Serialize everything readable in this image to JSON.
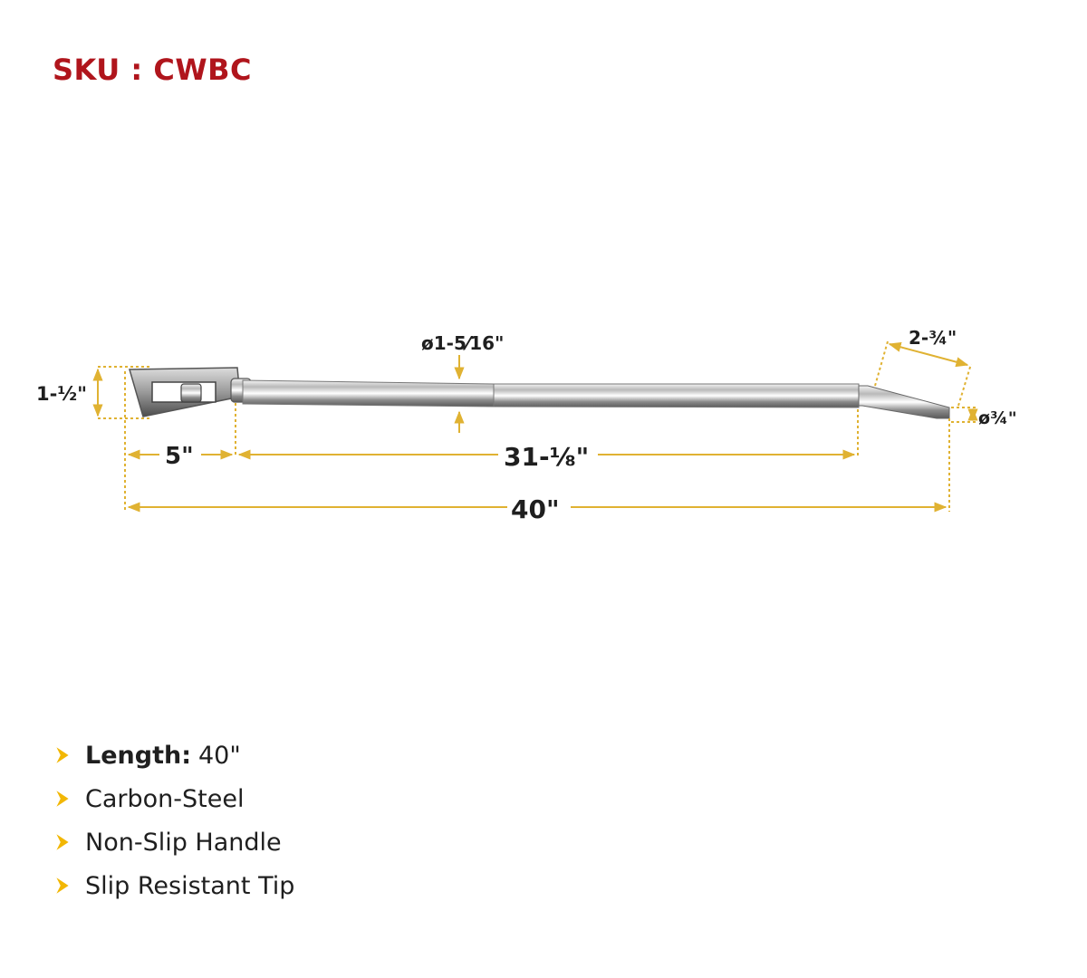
{
  "sku": {
    "label": "SKU : CWBC"
  },
  "dimensions": {
    "head_height": "1-½\"",
    "head_length": "5\"",
    "shaft_length": "31-⅛\"",
    "total_length": "40\"",
    "handle_diameter": "ø1-5⁄16\"",
    "tip_length": "2-¾\"",
    "tip_diameter": "ø¾\""
  },
  "features": [
    {
      "label": "Length:",
      "value": "40\""
    },
    {
      "label": "",
      "value": "Carbon-Steel"
    },
    {
      "label": "",
      "value": "Non-Slip Handle"
    },
    {
      "label": "",
      "value": "Slip Resistant Tip"
    }
  ],
  "colors": {
    "sku": "#b0151c",
    "dimension_lines": "#e0b232",
    "bullet": "#f2b705",
    "text": "#1f1f1f"
  }
}
